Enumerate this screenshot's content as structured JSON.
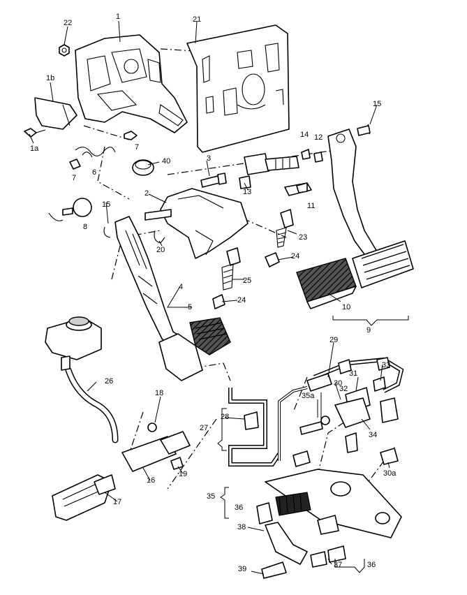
{
  "callouts": {
    "c1": "1",
    "c1b": "1b",
    "c1a": "1a",
    "c2": "2",
    "c3": "3",
    "c4": "4",
    "c5": "5",
    "c6": "6",
    "c7a": "7",
    "c7b": "7",
    "c8": "8",
    "c9": "9",
    "c10": "10",
    "c11": "11",
    "c12": "12",
    "c13": "13",
    "c14": "14",
    "c15a": "15",
    "c15b": "15",
    "c16": "16",
    "c17": "17",
    "c18": "18",
    "c19": "19",
    "c20": "20",
    "c21": "21",
    "c22": "22",
    "c23": "23",
    "c24a": "24",
    "c24b": "24",
    "c25": "25",
    "c26": "26",
    "c27": "27",
    "c28": "28",
    "c29": "29",
    "c30": "30",
    "c30a": "30a",
    "c31": "31",
    "c32": "32",
    "c33": "33",
    "c34": "34",
    "c35": "35",
    "c35a": "35a",
    "c36a": "36",
    "c36b": "36",
    "c37": "37",
    "c38": "38",
    "c39": "39",
    "c40": "40"
  }
}
